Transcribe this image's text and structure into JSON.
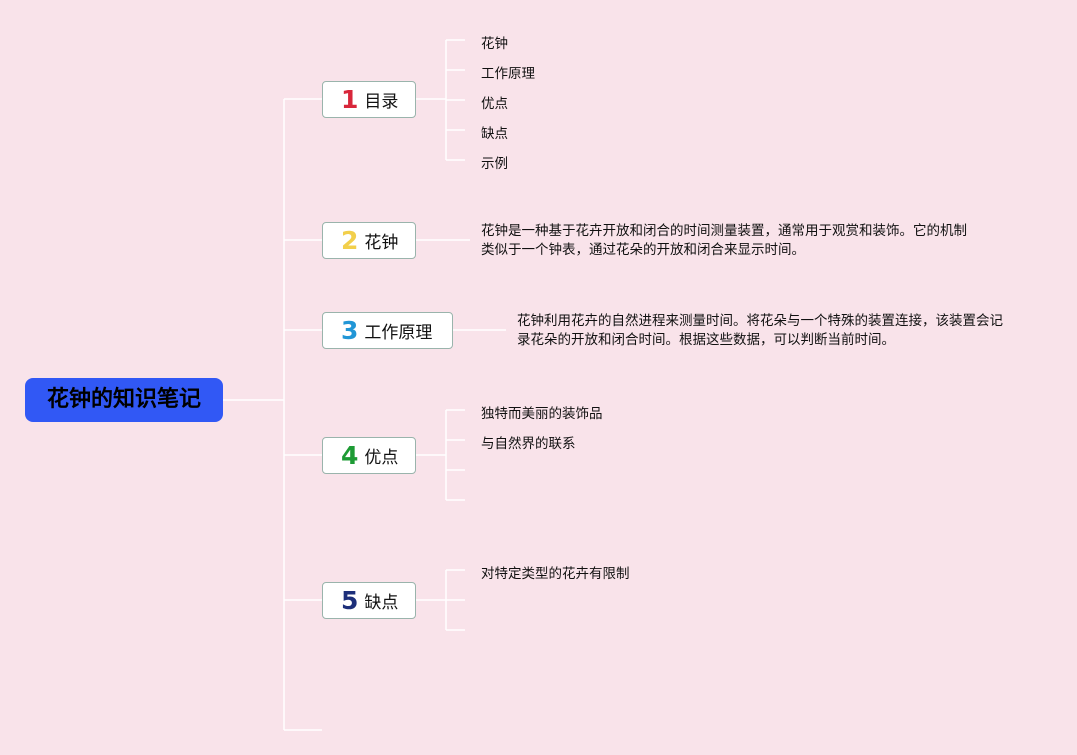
{
  "root": {
    "label": "花钟的知识笔记",
    "color": "#3158f5"
  },
  "topics": [
    {
      "number": "1",
      "label": "目录",
      "number_color": "#d8263a",
      "children": [
        "花钟",
        "工作原理",
        "优点",
        "缺点",
        "示例"
      ]
    },
    {
      "number": "2",
      "label": "花钟",
      "number_color": "#f2cf4b",
      "text": "花钟是一种基于花卉开放和闭合的时间测量装置，通常用于观赏和装饰。它的机制类似于一个钟表，通过花朵的开放和闭合来显示时间。"
    },
    {
      "number": "3",
      "label": "工作原理",
      "number_color": "#2196d6",
      "text": "花钟利用花卉的自然进程来测量时间。将花朵与一个特殊的装置连接，该装置会记录花朵的开放和闭合时间。根据这些数据，可以判断当前时间。"
    },
    {
      "number": "4",
      "label": "优点",
      "number_color": "#1d9b34",
      "children": [
        "独特而美丽的装饰品",
        "与自然界的联系",
        "",
        ""
      ]
    },
    {
      "number": "5",
      "label": "缺点",
      "number_color": "#1d2f7a",
      "children": [
        "对特定类型的花卉有限制",
        "",
        ""
      ]
    }
  ]
}
